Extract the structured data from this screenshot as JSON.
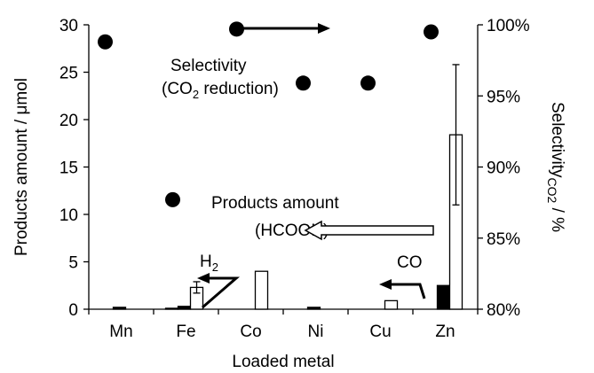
{
  "chart_data": {
    "type": "bar",
    "categories": [
      "Mn",
      "Fe",
      "Co",
      "Ni",
      "Cu",
      "Zn"
    ],
    "xlabel": "Loaded metal",
    "ylabel": "Products amount / μmol",
    "ylim": [
      0,
      30
    ],
    "yticks": [
      0,
      5,
      10,
      15,
      20,
      25,
      30
    ],
    "y2label_main": "Selectivity",
    "y2label_sub": "CO2",
    "y2label_unit": " / %",
    "y2lim": [
      80,
      100
    ],
    "y2ticks": [
      "80%",
      "85%",
      "90%",
      "95%",
      "100%"
    ],
    "y2tick_values": [
      80,
      85,
      90,
      95,
      100
    ],
    "series": [
      {
        "name": "H2",
        "kind": "bar",
        "fill": "#ffffff",
        "values": [
          0,
          0.1,
          0,
          0,
          0,
          0
        ]
      },
      {
        "name": "CO",
        "kind": "bar",
        "fill": "#000000",
        "values": [
          0.2,
          0.3,
          0,
          0.2,
          0,
          2.5
        ]
      },
      {
        "name": "HCOOH",
        "kind": "bar",
        "fill": "#ffffff",
        "values": [
          0,
          2.3,
          4.0,
          0,
          0.9,
          18.4
        ],
        "error": [
          0,
          0.6,
          0,
          0,
          0,
          7.4
        ]
      },
      {
        "name": "Selectivity",
        "kind": "scatter",
        "axis": "right",
        "values": [
          98.8,
          87.7,
          99.7,
          95.9,
          95.9,
          99.5
        ]
      }
    ],
    "annotations": {
      "selectivity_line1": "Selectivity",
      "selectivity_line2_pre": "(CO",
      "selectivity_line2_sub": "2",
      "selectivity_line2_post": " reduction)",
      "products_line1": "Products amount",
      "products_line2": "(HCOOH)",
      "h2_main": "H",
      "h2_sub": "2",
      "co": "CO"
    }
  }
}
